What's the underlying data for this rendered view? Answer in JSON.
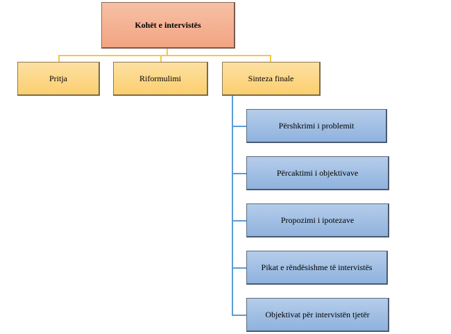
{
  "diagram": {
    "root": {
      "label": "Kohët e intervistës"
    },
    "phases": [
      {
        "label": "Pritja"
      },
      {
        "label": "Riformulimi"
      },
      {
        "label": "Sinteza finale"
      }
    ],
    "sinteza_children": [
      {
        "label": "Përshkrimi i problemit"
      },
      {
        "label": "Përcaktimi i objektivave"
      },
      {
        "label": "Propozimi i ipotezave"
      },
      {
        "label": "Pikat e rëndësishme të intervistës"
      },
      {
        "label": "Objektivat për intervistën tjetër"
      }
    ],
    "colors": {
      "root_fill": "#f4b092",
      "phase_fill": "#fcd88a",
      "child_fill": "#a3c1e4",
      "phase_connector": "#f5c842",
      "child_connector": "#5b9bd5"
    }
  }
}
